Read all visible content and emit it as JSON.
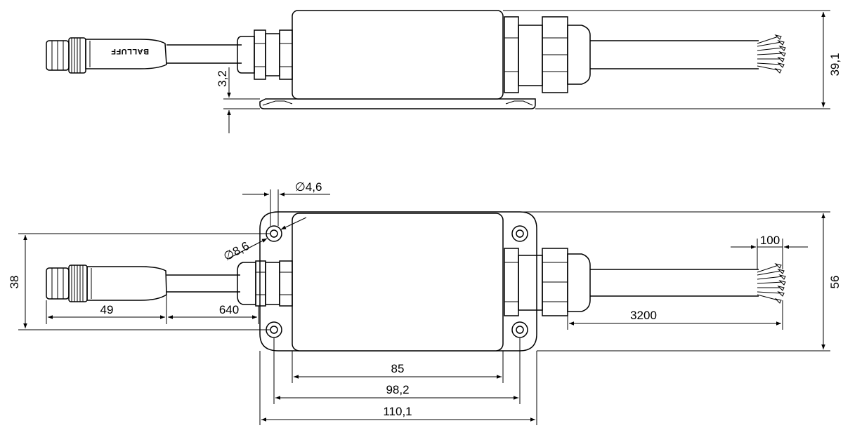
{
  "brand": {
    "logo_text": "BALLUFF"
  },
  "side_view": {
    "dimensions": {
      "height": "39,1",
      "foot": "3,2"
    }
  },
  "top_view": {
    "dimensions": {
      "hole_small": "∅4,6",
      "hole_large": "∅8,6",
      "height_38": "38",
      "height_56": "56",
      "connector_len": "49",
      "cable_short": "640",
      "cable_long": "3200",
      "wire_strip": "100",
      "width_85": "85",
      "width_98": "98,2",
      "width_110": "110,1"
    }
  }
}
